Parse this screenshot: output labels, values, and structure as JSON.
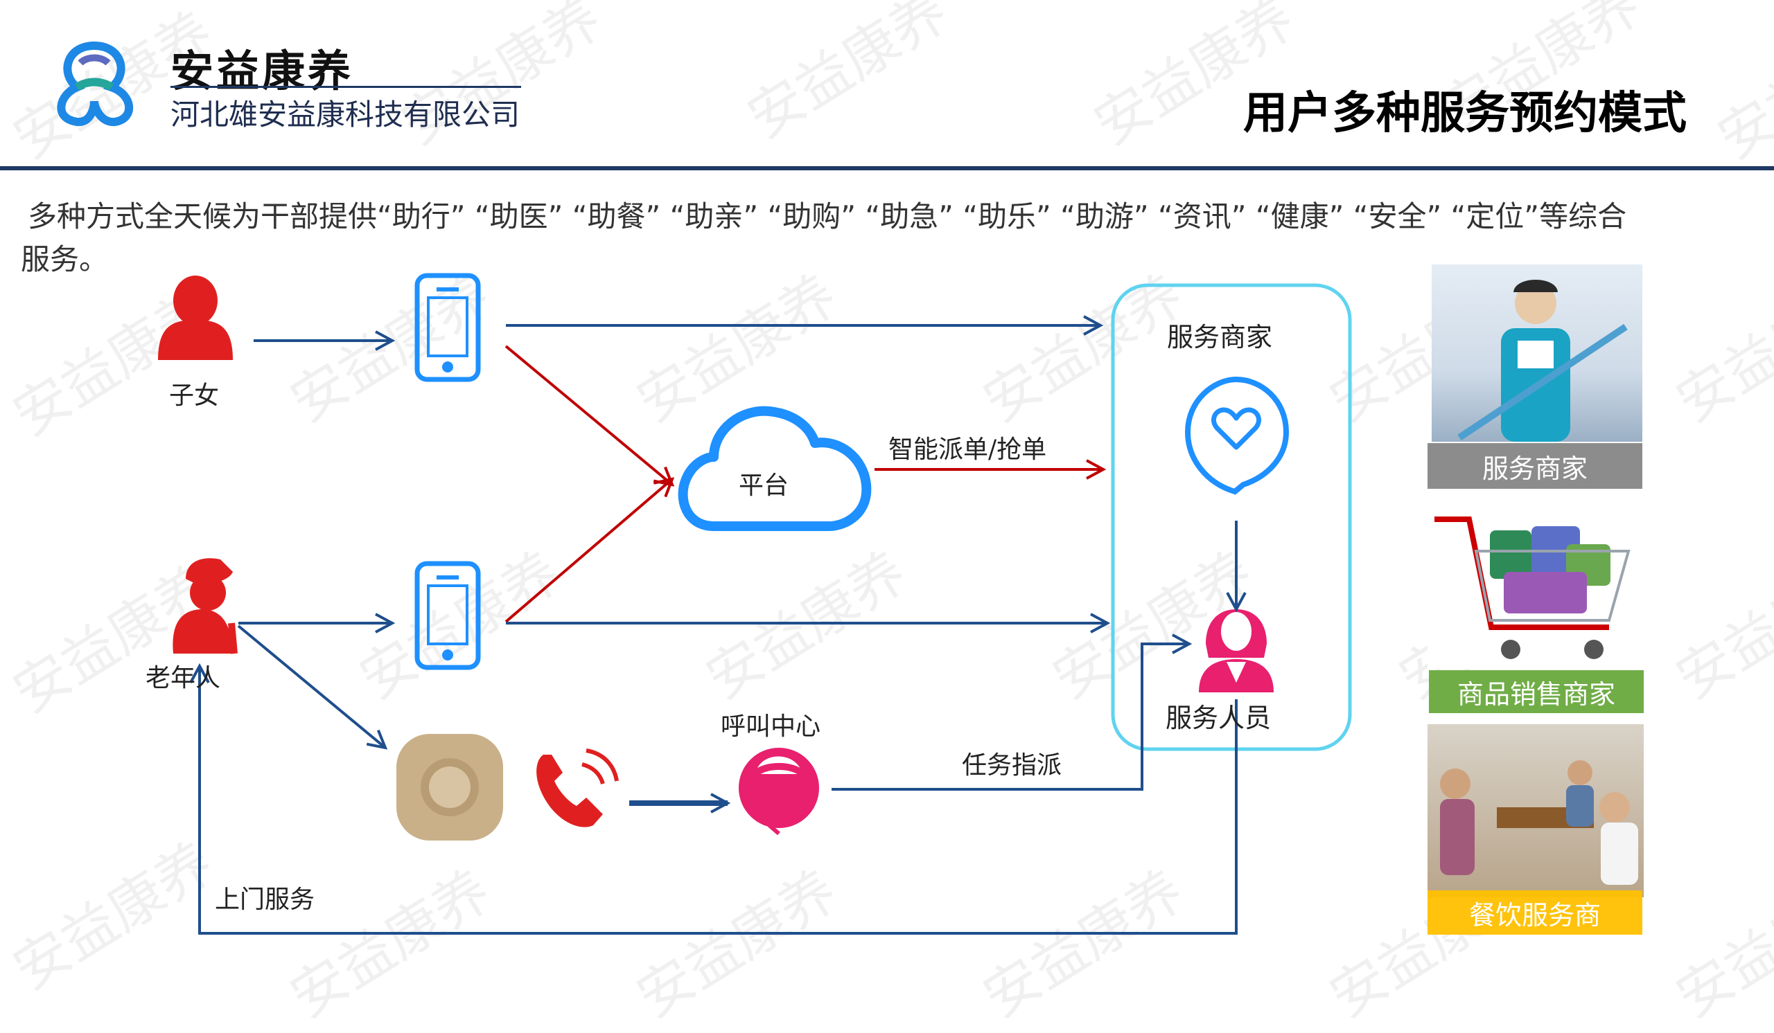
{
  "brand": {
    "name": "安益康养",
    "company": "河北雄安益康科技有限公司"
  },
  "slide": {
    "title": "用户多种服务预约模式",
    "intro": "多种方式全天候为干部提供“助行” “助医” “助餐” “助亲” “助购” “助急” “助乐” “助游” “资讯” “健康” “安全” “定位”等综合服务。"
  },
  "diagram": {
    "children_label": "子女",
    "elderly_label": "老年人",
    "platform_label": "平台",
    "dispatch_label": "智能派单/抢单",
    "merchant_label": "服务商家",
    "staff_label": "服务人员",
    "call_center_label": "呼叫中心",
    "task_label": "任务指派",
    "visit_label": "上门服务"
  },
  "side_panel": {
    "items": [
      {
        "label": "服务商家",
        "color": "#8c8c8c"
      },
      {
        "label": "商品销售商家",
        "color": "#70ad47"
      },
      {
        "label": "餐饮服务商",
        "color": "#ffc000"
      }
    ]
  },
  "colors": {
    "arrow_blue": "#1f4e8c",
    "arrow_red": "#c00000",
    "icon_red": "#e02020",
    "icon_blue": "#1e90ff",
    "box_border": "#5fd3f0",
    "headset_pink": "#e8206e"
  },
  "watermark": "安益康养"
}
